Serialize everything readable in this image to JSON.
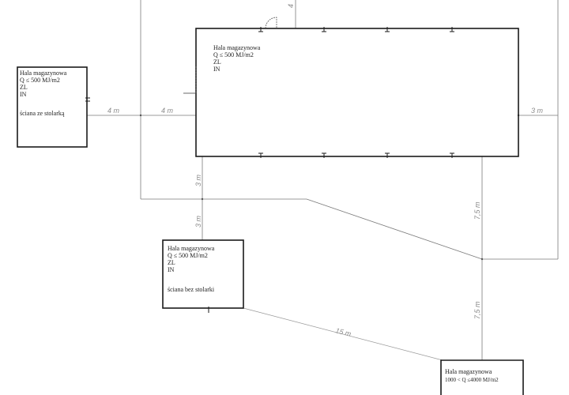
{
  "buildings": [
    {
      "lines": [
        "Hala magazynowa",
        "Q ≤ 500 MJ/m2",
        "ZL",
        "IN",
        "",
        "ściana ze stolarką"
      ]
    },
    {
      "lines": [
        "Hala magazynowa",
        "Q ≤ 500 MJ/m2",
        "ZL",
        "IN"
      ]
    },
    {
      "lines": [
        "Hala magazynowa",
        "Q ≤ 500 MJ/m2",
        "ZL",
        "IN",
        "",
        "ściana bez stolarki"
      ]
    },
    {
      "lines": [
        "Hala magazynowa",
        "1000 < Q ≤4000 MJ/m2"
      ]
    }
  ],
  "dimensions": [
    {
      "label": "4 m"
    },
    {
      "label": "4 m"
    },
    {
      "label": "3 m"
    },
    {
      "label": "3 m"
    },
    {
      "label": "3 m"
    },
    {
      "label": "7,5 m"
    },
    {
      "label": "7,5 m"
    },
    {
      "label": "15 m"
    },
    {
      "label": "4"
    }
  ]
}
